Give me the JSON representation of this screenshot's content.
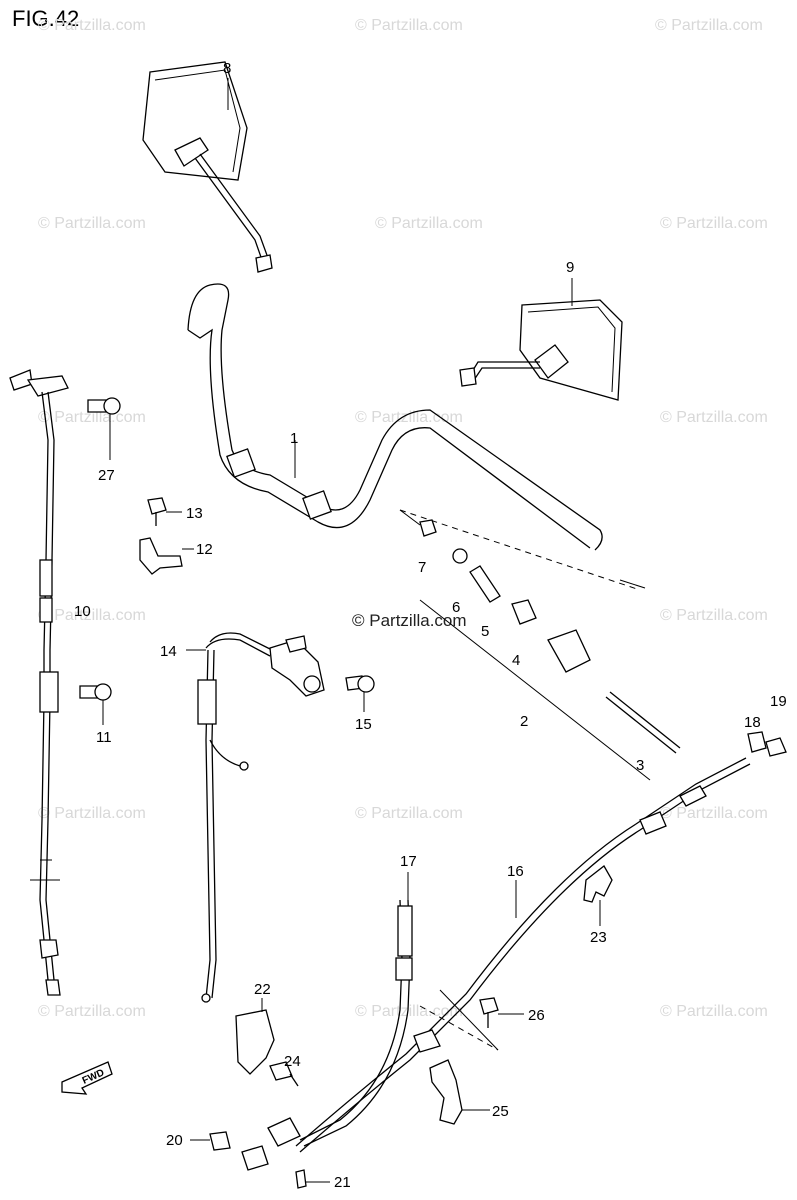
{
  "figure": {
    "title": "FIG.42"
  },
  "watermark": {
    "text": "© Partzilla.com"
  },
  "fwd_label": "FWD",
  "callouts": [
    {
      "id": "1",
      "label": "1"
    },
    {
      "id": "2",
      "label": "2"
    },
    {
      "id": "3",
      "label": "3"
    },
    {
      "id": "4",
      "label": "4"
    },
    {
      "id": "5",
      "label": "5"
    },
    {
      "id": "6",
      "label": "6"
    },
    {
      "id": "7",
      "label": "7"
    },
    {
      "id": "8",
      "label": "8"
    },
    {
      "id": "9",
      "label": "9"
    },
    {
      "id": "10",
      "label": "10"
    },
    {
      "id": "11",
      "label": "11"
    },
    {
      "id": "12",
      "label": "12"
    },
    {
      "id": "13",
      "label": "13"
    },
    {
      "id": "14",
      "label": "14"
    },
    {
      "id": "15",
      "label": "15"
    },
    {
      "id": "16",
      "label": "16"
    },
    {
      "id": "17",
      "label": "17"
    },
    {
      "id": "18",
      "label": "18"
    },
    {
      "id": "19",
      "label": "19"
    },
    {
      "id": "20",
      "label": "20"
    },
    {
      "id": "21",
      "label": "21"
    },
    {
      "id": "22",
      "label": "22"
    },
    {
      "id": "23",
      "label": "23"
    },
    {
      "id": "24",
      "label": "24"
    },
    {
      "id": "25",
      "label": "25"
    },
    {
      "id": "26",
      "label": "26"
    },
    {
      "id": "27",
      "label": "27"
    }
  ]
}
